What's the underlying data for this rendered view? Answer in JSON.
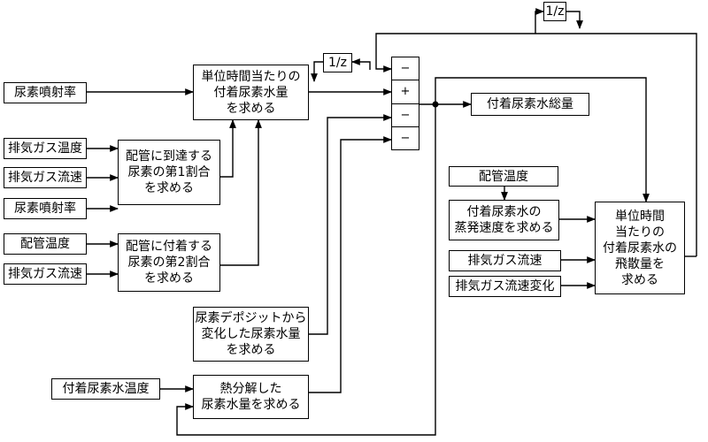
{
  "blocks": {
    "input_urea_injection_rate_1": "尿素噴射率",
    "input_exhaust_gas_temp": "排気ガス温度",
    "input_exhaust_gas_flow_speed_1": "排気ガス流速",
    "input_urea_injection_rate_2": "尿素噴射率",
    "input_pipe_temp_1": "配管温度",
    "input_exhaust_gas_flow_speed_2": "排気ガス流速",
    "first_ratio": "配管に到達する\n尿素の第1割合\nを求める",
    "second_ratio": "配管に付着する\n尿素の第2割合\nを求める",
    "adhered_per_unit_time": "単位時間当たりの\n付着尿素水量\nを求める",
    "delay_1": "1/z",
    "delay_2": "1/z",
    "deposit_change": "尿素デポジットから\n変化した尿素水量\nを求める",
    "input_adhered_water_temp": "付着尿素水温度",
    "thermal_decomposition": "熱分解した\n尿素水量を求める",
    "total_adhered": "付着尿素水総量",
    "input_pipe_temp_2": "配管温度",
    "evaporation_speed": "付着尿素水の\n蒸発速度を求める",
    "input_exhaust_gas_flow_speed_3": "排気ガス流速",
    "input_exhaust_gas_flow_change": "排気ガス流速変化",
    "scatter_per_unit_time": "単位時間\n当たりの\n付着尿素水の\n飛散量を\n求める"
  },
  "summing_junction": [
    "−",
    "+",
    "−",
    "−"
  ]
}
